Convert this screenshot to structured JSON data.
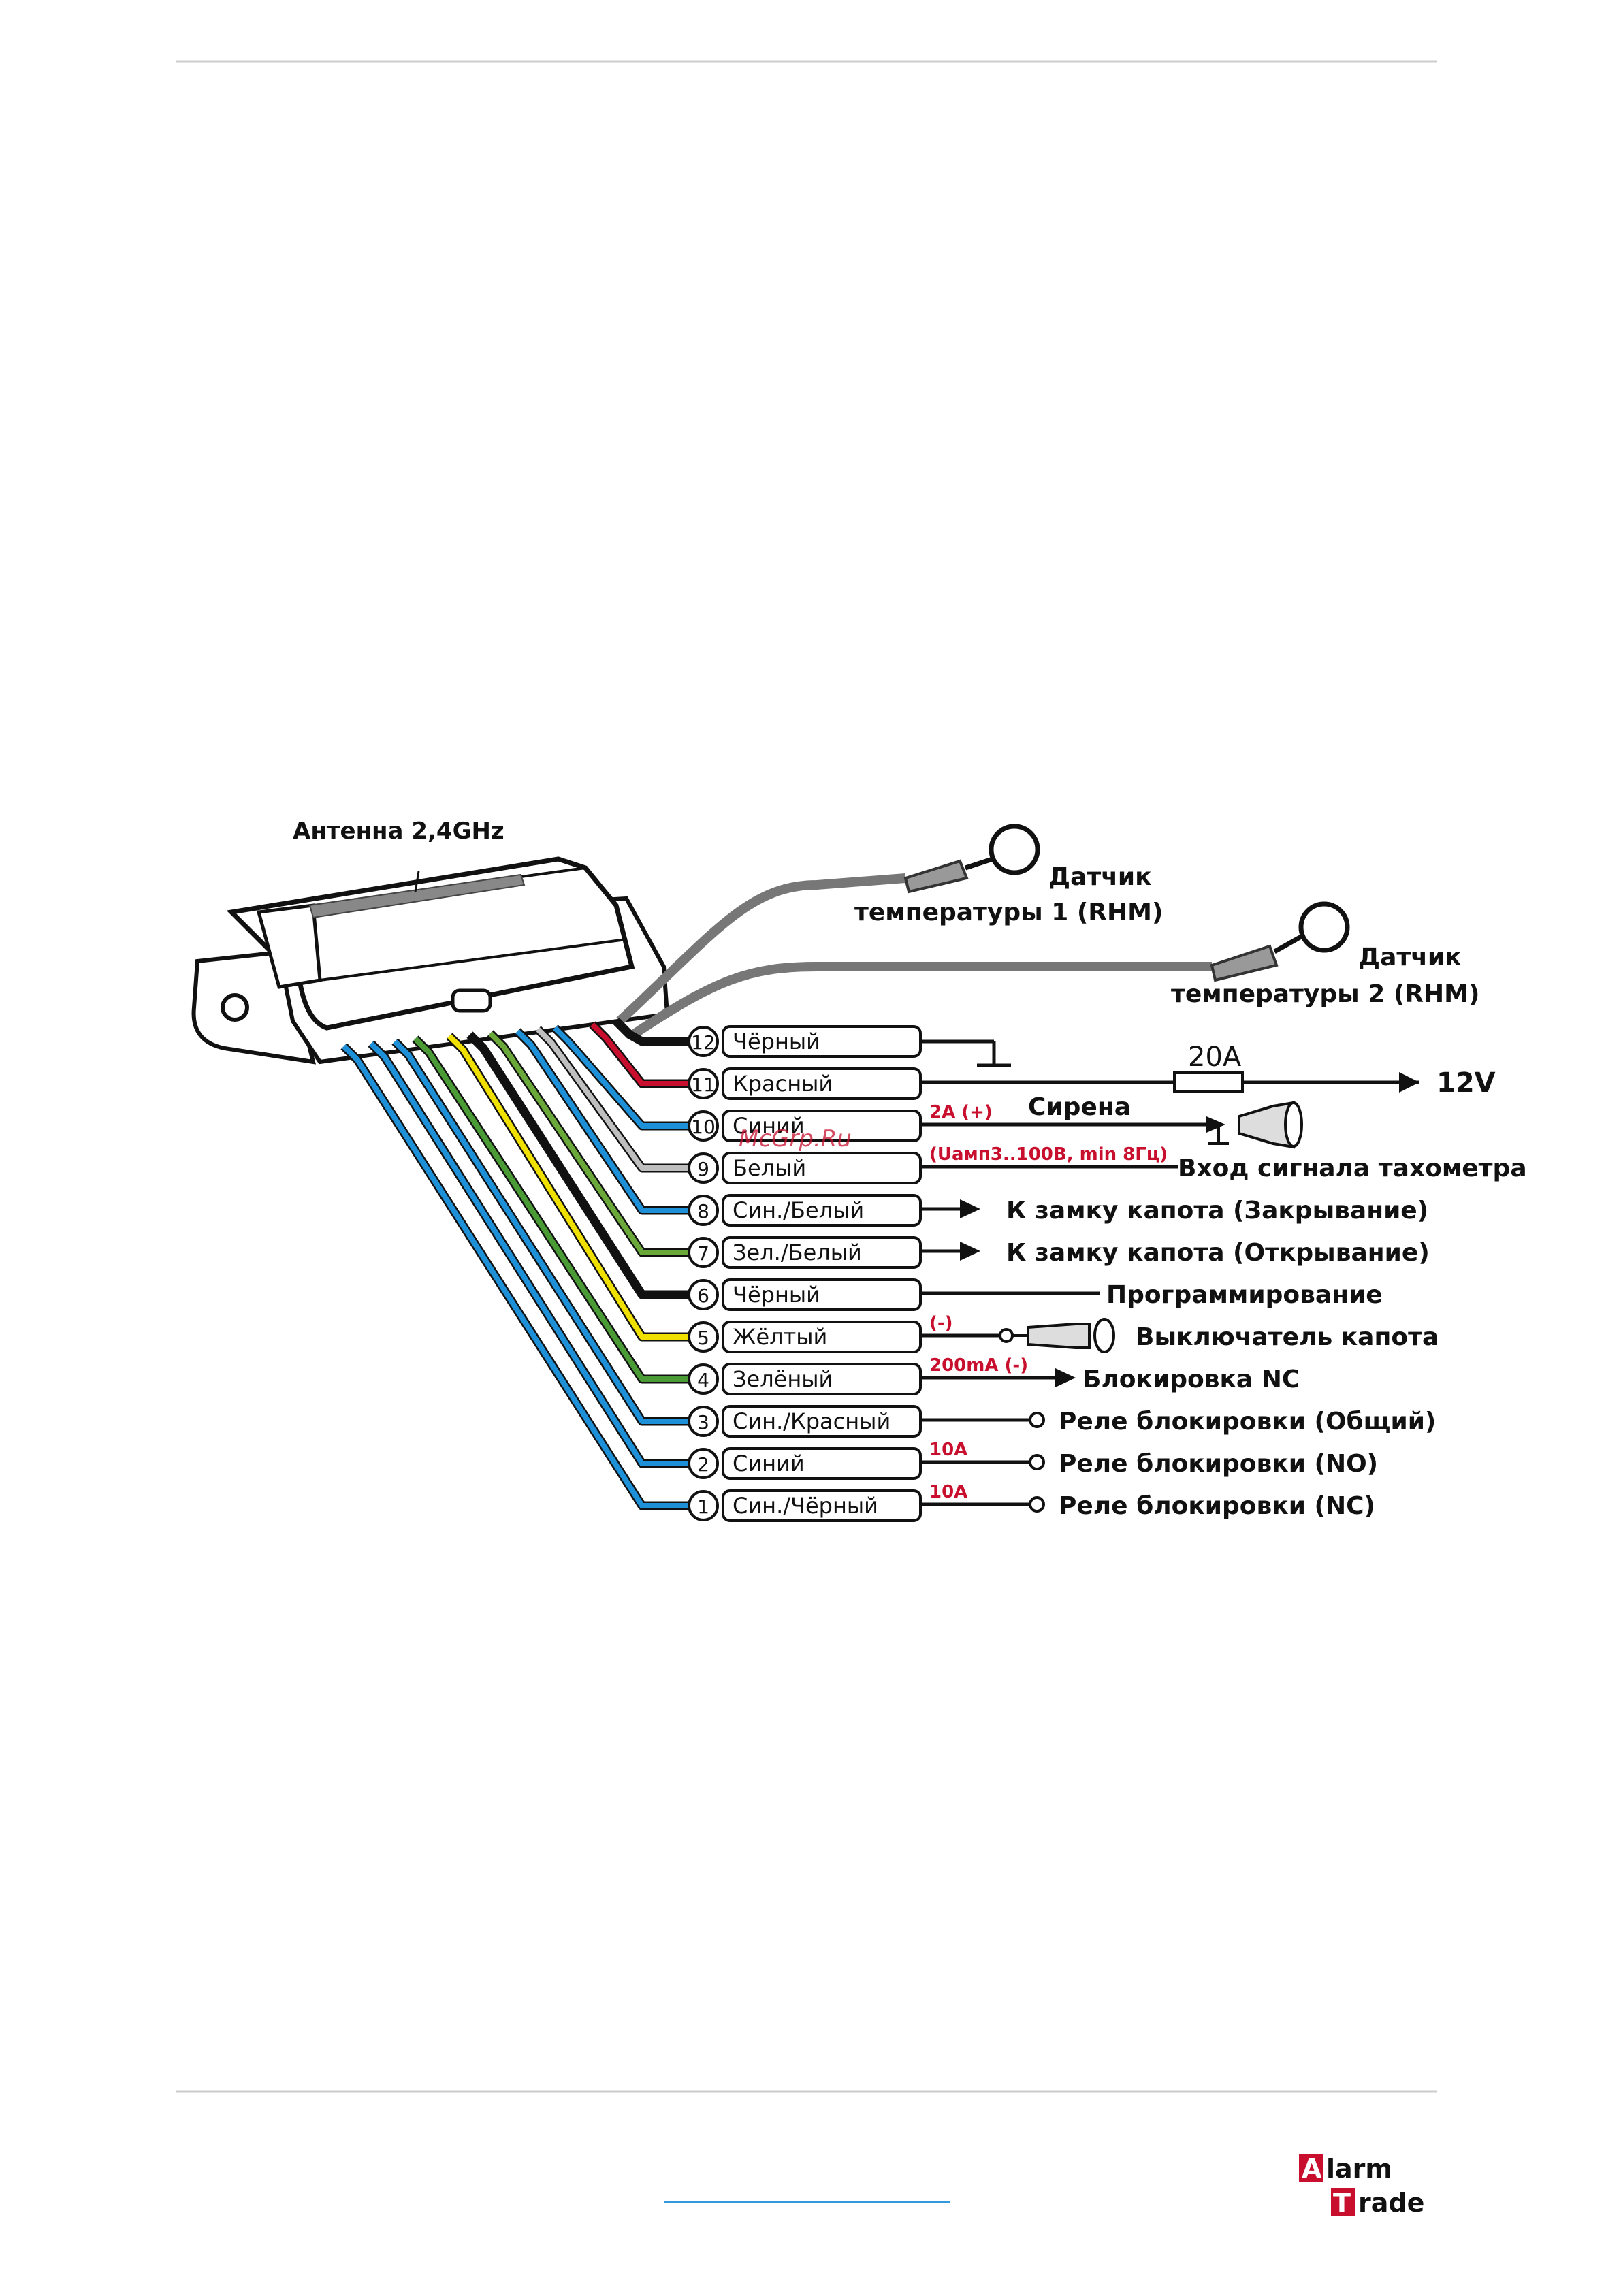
{
  "diagram": {
    "antenna_label": "Антенна 2,4GHz",
    "sensor1_label": [
      "Датчик",
      "температуры 1 (RHM)"
    ],
    "sensor2_label": [
      "Датчик",
      "температуры 2 (RHM)"
    ],
    "fuse_label": "20A",
    "voltage_label": "12V",
    "watermark": "McGrp.Ru",
    "wires": [
      {
        "num": "12",
        "label": "Чёрный",
        "color": "#111111",
        "spec": "",
        "target": ""
      },
      {
        "num": "11",
        "label": "Красный",
        "color": "#c8102e",
        "spec": "",
        "target": ""
      },
      {
        "num": "10",
        "label": "Синий",
        "color": "#1e90d8",
        "spec": "2A (+)",
        "target": "Сирена"
      },
      {
        "num": "9",
        "label": "Белый",
        "color": "#bfbfbf",
        "spec": "(Uамп3..100В, min 8Гц)",
        "target": "Вход сигнала тахометра"
      },
      {
        "num": "8",
        "label": "Син./Белый",
        "color": "#1e90d8",
        "spec": "",
        "target": "К замку капота (Закрывание)"
      },
      {
        "num": "7",
        "label": "Зел./Белый",
        "color": "#6aa83a",
        "spec": "",
        "target": "К замку капота (Открывание)"
      },
      {
        "num": "6",
        "label": "Чёрный",
        "color": "#111111",
        "spec": "",
        "target": "Программирование"
      },
      {
        "num": "5",
        "label": "Жёлтый",
        "color": "#f0e000",
        "spec": "(-)",
        "target": "Выключатель капота"
      },
      {
        "num": "4",
        "label": "Зелёный",
        "color": "#4a9a36",
        "spec": "200mA (-)",
        "target": "Блокировка NC"
      },
      {
        "num": "3",
        "label": "Син./Красный",
        "color": "#1e90d8",
        "spec": "",
        "target": "Реле блокировки (Общий)"
      },
      {
        "num": "2",
        "label": "Синий",
        "color": "#1e90d8",
        "spec": "10A",
        "target": "Реле блокировки (NO)"
      },
      {
        "num": "1",
        "label": "Син./Чёрный",
        "color": "#1e90d8",
        "spec": "10A",
        "target": "Реле блокировки (NC)"
      }
    ]
  },
  "footer": {
    "logo_line1": "Alarm",
    "logo_line2": "Trade"
  },
  "colors": {
    "accent_red": "#c8102e",
    "rule_gray": "#cccccc",
    "link_blue": "#3399dd"
  }
}
